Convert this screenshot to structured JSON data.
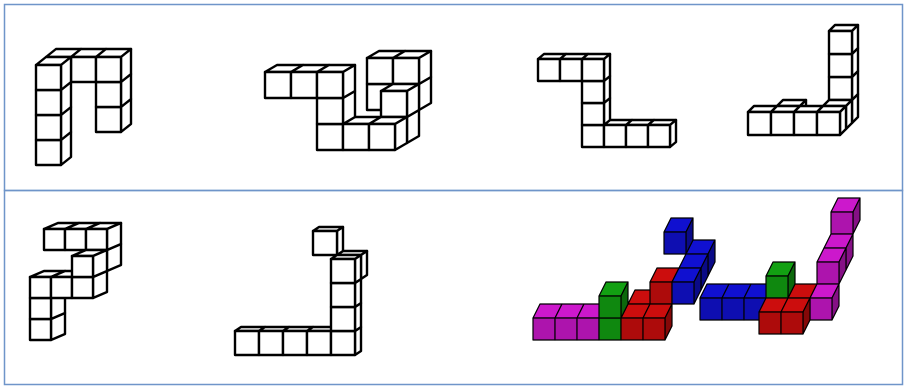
{
  "panels": [
    {
      "name": "top-panel",
      "figures": [
        {
          "name": "figure-1",
          "style": "wireframe"
        },
        {
          "name": "figure-2",
          "style": "wireframe"
        },
        {
          "name": "figure-3",
          "style": "wireframe"
        },
        {
          "name": "figure-4",
          "style": "wireframe"
        }
      ]
    },
    {
      "name": "bottom-panel",
      "figures": [
        {
          "name": "figure-5",
          "style": "wireframe"
        },
        {
          "name": "figure-6",
          "style": "wireframe"
        },
        {
          "name": "figure-7",
          "style": "colored"
        },
        {
          "name": "figure-8",
          "style": "colored"
        }
      ]
    }
  ],
  "colors": {
    "border": "#6f95c9",
    "wire": "#000000",
    "blue": "#1010d0",
    "green": "#12a012",
    "red": "#cc0d0d",
    "magenta": "#cc18cc"
  }
}
